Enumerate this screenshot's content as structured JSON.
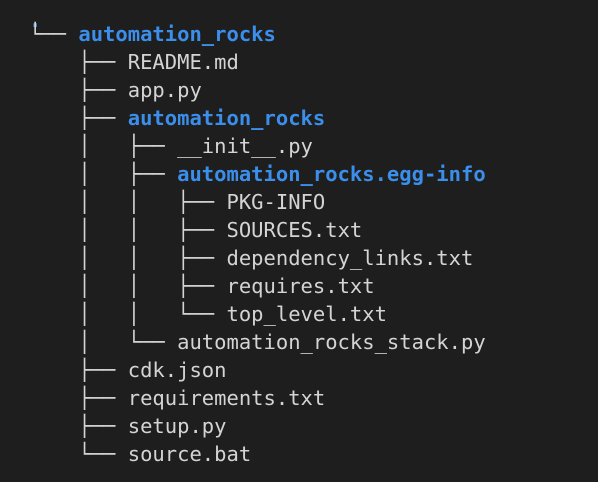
{
  "tree": {
    "root": ".",
    "items": [
      {
        "prefix": "└── ",
        "label": "automation_rocks",
        "type": "directory"
      },
      {
        "prefix": "    ├── ",
        "label": "README.md",
        "type": "file"
      },
      {
        "prefix": "    ├── ",
        "label": "app.py",
        "type": "file"
      },
      {
        "prefix": "    ├── ",
        "label": "automation_rocks",
        "type": "directory"
      },
      {
        "prefix": "    │   ├── ",
        "label": "__init__.py",
        "type": "file"
      },
      {
        "prefix": "    │   ├── ",
        "label": "automation_rocks.egg-info",
        "type": "directory"
      },
      {
        "prefix": "    │   │   ├── ",
        "label": "PKG-INFO",
        "type": "file"
      },
      {
        "prefix": "    │   │   ├── ",
        "label": "SOURCES.txt",
        "type": "file"
      },
      {
        "prefix": "    │   │   ├── ",
        "label": "dependency_links.txt",
        "type": "file"
      },
      {
        "prefix": "    │   │   ├── ",
        "label": "requires.txt",
        "type": "file"
      },
      {
        "prefix": "    │   │   └── ",
        "label": "top_level.txt",
        "type": "file"
      },
      {
        "prefix": "    │   └── ",
        "label": "automation_rocks_stack.py",
        "type": "file"
      },
      {
        "prefix": "    ├── ",
        "label": "cdk.json",
        "type": "file"
      },
      {
        "prefix": "    ├── ",
        "label": "requirements.txt",
        "type": "file"
      },
      {
        "prefix": "    ├── ",
        "label": "setup.py",
        "type": "file"
      },
      {
        "prefix": "    └── ",
        "label": "source.bat",
        "type": "file"
      }
    ]
  },
  "colors": {
    "background": "#1e1e1e",
    "text": "#d4d4d4",
    "directory": "#3b8eea"
  }
}
